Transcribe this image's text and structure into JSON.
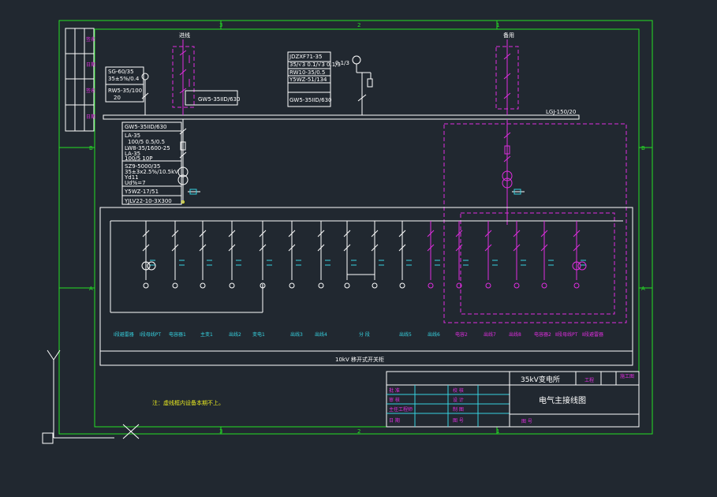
{
  "colors": {
    "background": "#212830",
    "frame": "#25e025",
    "lines": "#ffffff",
    "magenta": "#e02ee0",
    "cyan": "#36d2e0",
    "yellow": "#e8e820"
  },
  "frame": {
    "top_zone_numbers": [
      "3",
      "2",
      "1"
    ],
    "bottom_zone_numbers": [
      "3",
      "2",
      "1"
    ],
    "side_zone_letters": [
      "B",
      "A"
    ]
  },
  "left_stamp": [
    "签名",
    "日期",
    "签名",
    "日期"
  ],
  "top_left_equipment": {
    "lightning_label": [
      "SG-60/35",
      "35±5%/0.4",
      "RW5-35/100",
      "20"
    ],
    "feeder_tag": "进线",
    "disconnector": "GW5-35IID/630"
  },
  "pt_cabinet": {
    "lines": [
      "JDZXF71-35",
      "35/√3 0.1/√3  0.1/3",
      "RW10-35/0.5",
      "Y5WZ-51/134"
    ],
    "ratio": "0.1/3",
    "disconnector": "GW5-35IID/630"
  },
  "right_feeder": {
    "tag": "备用",
    "bus_label": "LGJ-150/20"
  },
  "transformer_spec": [
    "GW5-35IID/630",
    "LA-35",
    "100/5 0.5/0.5",
    "LW8-35/1600-25",
    "LA-35",
    "100/5  10P",
    "SZ9-5000/35",
    "35±3x2.5%/10.5kV",
    "Yd11",
    "Ud%=7",
    "Y5WZ-17/51",
    "YJLV22-10-3X300"
  ],
  "feeders": [
    "Ⅰ段避雷器",
    "Ⅰ段母线PT",
    "电容器1",
    "主变1",
    "出线2",
    "变电1",
    "出线3",
    "出线4",
    "分  段",
    "出线5",
    "出线6",
    "电容2",
    "出线7",
    "出线8",
    "电容器2",
    "Ⅱ段母线PT",
    "Ⅱ段避雷器"
  ],
  "switchgear_label": "10kV 移开式开关柜",
  "note": "注：虚线框内设备本期不上。",
  "title_block": {
    "project": "35kV变电所",
    "stage_label": "工程",
    "design_stage": "施工图",
    "drawing_title": "电气主接线图",
    "rows": [
      [
        "批  准",
        "校  核"
      ],
      [
        "审  核",
        "设  计"
      ],
      [
        "主任工程师",
        "制  图"
      ],
      [
        "日  期",
        "图  号"
      ]
    ],
    "sheet": "图  号"
  }
}
